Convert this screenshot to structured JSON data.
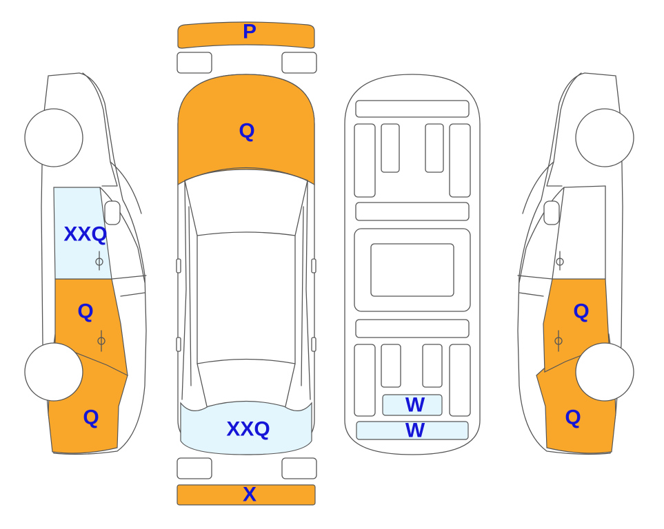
{
  "colors": {
    "damage": "#F9A72B",
    "glass": "#E3F6FD",
    "outline": "#555555",
    "label": "#1515D8"
  },
  "codes": {
    "front_bumper": "P",
    "hood": "Q",
    "rear_window": "XXQ",
    "rear_bumper": "X",
    "underbody_upper": "W",
    "underbody_lower": "W",
    "left_rear_window": "XXQ",
    "left_rear_door": "Q",
    "left_rear_quarter": "Q",
    "right_rear_door": "Q",
    "right_rear_quarter": "Q"
  }
}
